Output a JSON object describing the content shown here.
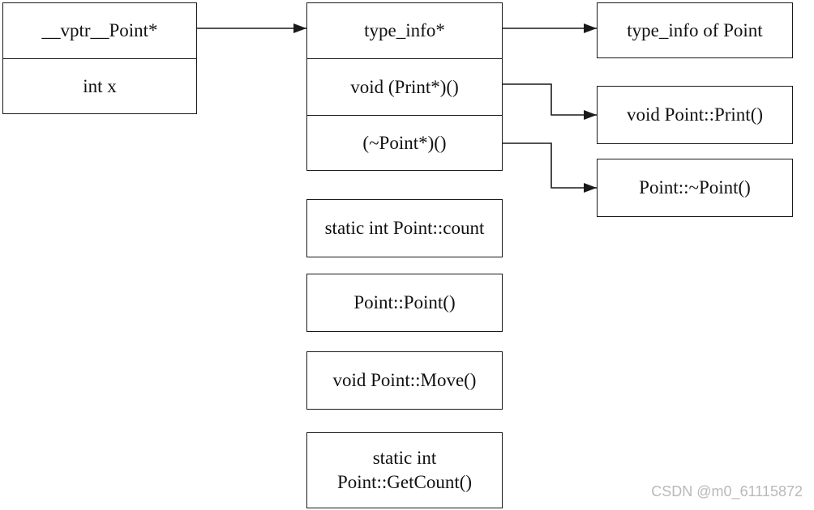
{
  "object_layout": {
    "vptr": "__vptr__Point*",
    "member": "int x"
  },
  "vtable": {
    "type_info_slot": "type_info*",
    "print_slot": "void (Print*)()",
    "dtor_slot": "(~Point*)()"
  },
  "targets": {
    "type_info": "type_info of Point",
    "print": "void Point::Print()",
    "dtor": "Point::~Point()"
  },
  "class_members": {
    "static_count": "static int Point::count",
    "constructor": "Point::Point()",
    "move": "void Point::Move()",
    "get_count": "static int\nPoint::GetCount()"
  },
  "watermark": "CSDN @m0_61115872",
  "colors": {
    "stroke": "#1a1a1a",
    "text": "#111111",
    "watermark": "#b9b9b9"
  }
}
